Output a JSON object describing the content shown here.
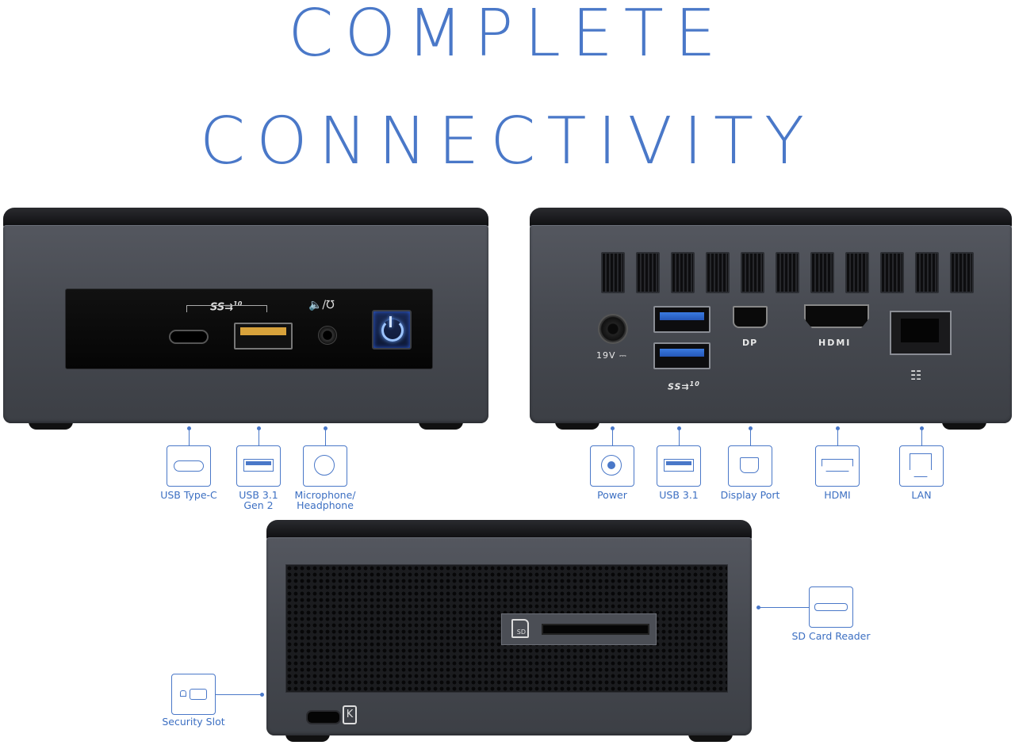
{
  "headline": {
    "line1": "COMPLETE",
    "line2": "CONNECTIVITY"
  },
  "device_front": {
    "usb_mark": "SS⇉",
    "usb_speed": "10",
    "audio_mark": "🔈/℧"
  },
  "device_rear": {
    "power_rating": "19V ⎓",
    "usb_mark": "SS⇉",
    "usb_speed": "10",
    "dp_mark": "DP",
    "hdmi_mark": "HDMI",
    "lan_mark": "☷"
  },
  "device_bottom": {
    "sd_mark": "SD",
    "lock_mark": "K"
  },
  "callouts_front": [
    {
      "label": "USB Type-C",
      "icon": "usb-c-port-icon"
    },
    {
      "label": "USB 3.1\nGen 2",
      "icon": "usb-a-port-icon"
    },
    {
      "label": "Microphone/\nHeadphone",
      "icon": "audio-jack-icon"
    }
  ],
  "callouts_rear": [
    {
      "label": "Power",
      "icon": "power-jack-icon"
    },
    {
      "label": "USB 3.1",
      "icon": "usb-a-port-icon"
    },
    {
      "label": "Display Port",
      "icon": "display-port-icon"
    },
    {
      "label": "HDMI",
      "icon": "hdmi-port-icon"
    },
    {
      "label": "LAN",
      "icon": "lan-port-icon"
    }
  ],
  "callout_sd": {
    "label": "SD Card Reader",
    "icon": "sd-card-slot-icon"
  },
  "callout_security": {
    "label": "Security Slot",
    "icon": "security-lock-icon"
  },
  "colors": {
    "accent": "#4a78c8",
    "chassis": "#4a4d54",
    "usb_blue": "#2f6ad0",
    "usb_yellow": "#d8a23b"
  }
}
